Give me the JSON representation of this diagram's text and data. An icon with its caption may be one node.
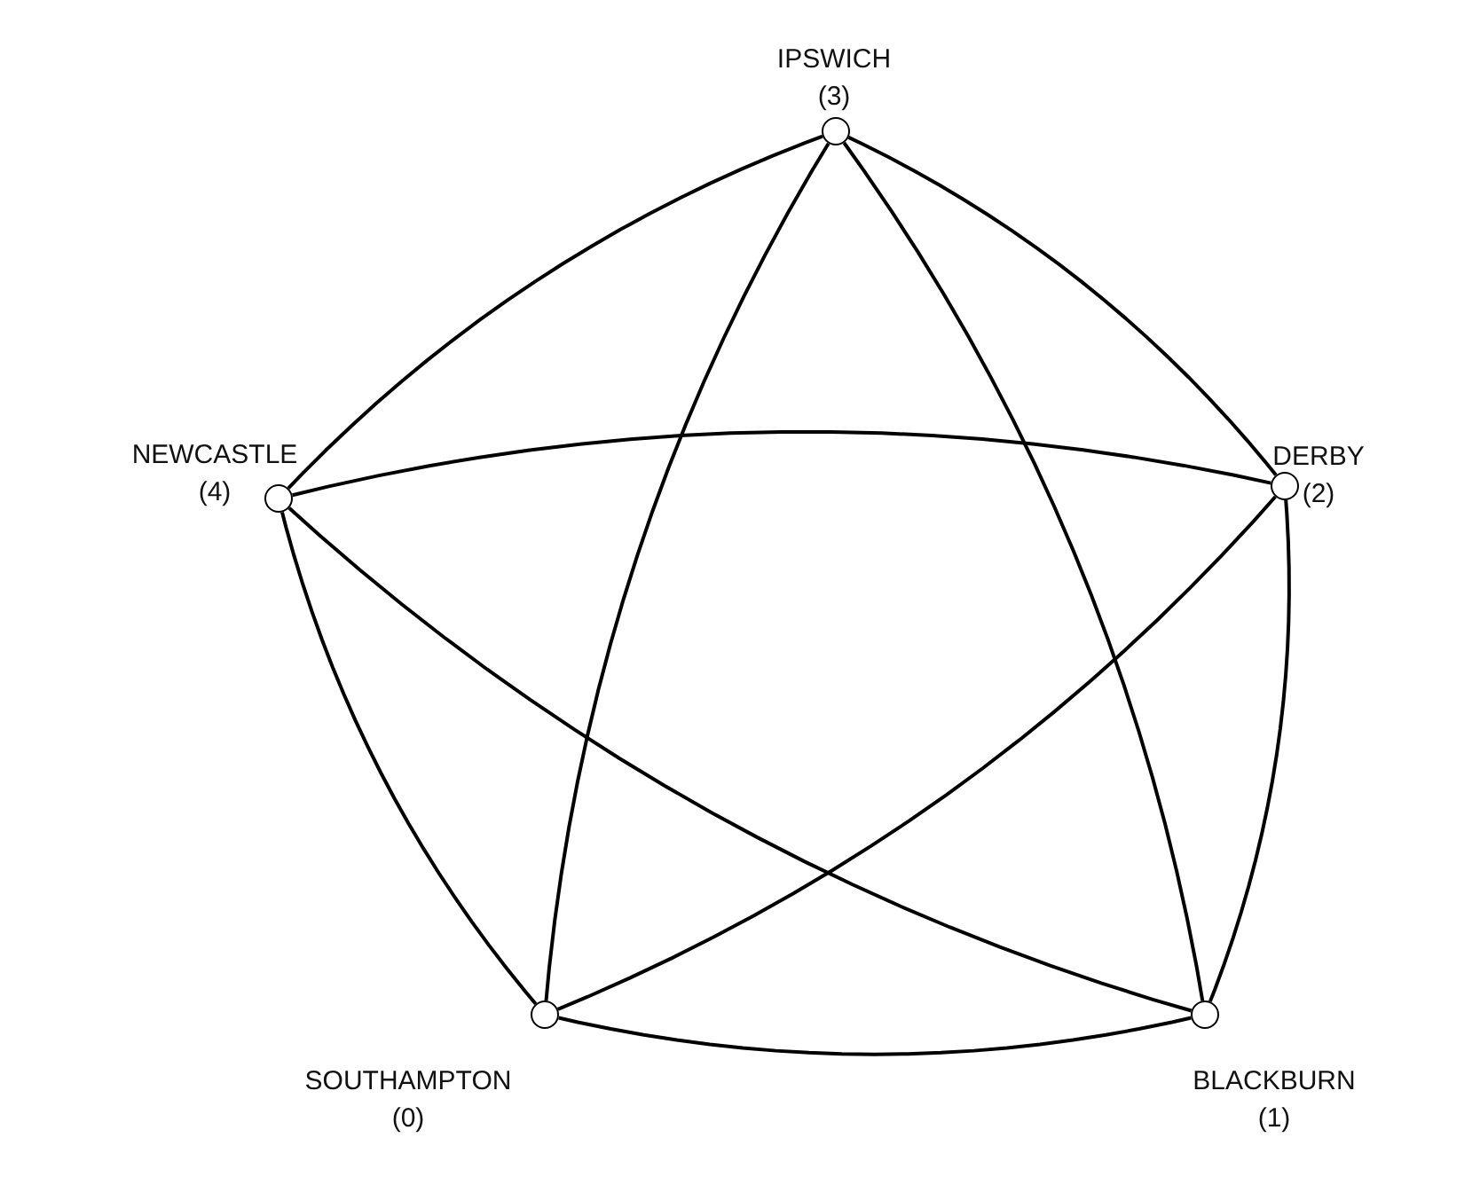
{
  "diagram": {
    "nodes": [
      {
        "text": [],
        "shape": "circle",
        "beside": [
          "SOUTHAMPTON",
          "(0)"
        ]
      },
      {
        "text": [],
        "shape": "circle",
        "beside": [
          "BLACKBURN",
          "(1)"
        ]
      },
      {
        "text": [],
        "shape": "circle",
        "beside": [
          "DERBY",
          "(2)"
        ]
      },
      {
        "text": [],
        "shape": "circle",
        "beside": [
          "IPSWICH",
          "(3)"
        ]
      },
      {
        "text": [],
        "shape": "circle",
        "beside": [
          "NEWCASTLE",
          "(4)"
        ]
      }
    ],
    "edges": [
      {
        "from": 0,
        "to": 1,
        "arrow": "none"
      },
      {
        "from": 1,
        "to": 2,
        "arrow": "none"
      },
      {
        "from": 2,
        "to": 3,
        "arrow": "none"
      },
      {
        "from": 3,
        "to": 4,
        "arrow": "none"
      },
      {
        "from": 4,
        "to": 0,
        "arrow": "none"
      },
      {
        "from": 0,
        "to": 2,
        "arrow": "none"
      },
      {
        "from": 0,
        "to": 3,
        "arrow": "none"
      },
      {
        "from": 1,
        "to": 3,
        "arrow": "none"
      },
      {
        "from": 1,
        "to": 4,
        "arrow": "none"
      },
      {
        "from": 2,
        "to": 4,
        "arrow": "none"
      }
    ]
  }
}
